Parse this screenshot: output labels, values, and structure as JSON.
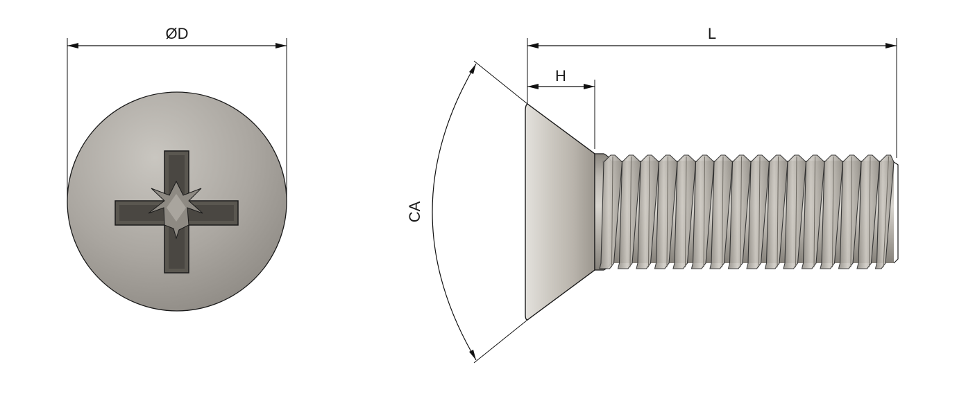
{
  "labels": {
    "diameter": "ØD",
    "length": "L",
    "head_height": "H",
    "countersink_angle": "CA"
  },
  "colors": {
    "metal_light": "#d4d1cb",
    "metal_mid": "#a8a49d",
    "metal_dark": "#7d7972",
    "recess_dark": "#4a4742",
    "line": "#111111"
  }
}
